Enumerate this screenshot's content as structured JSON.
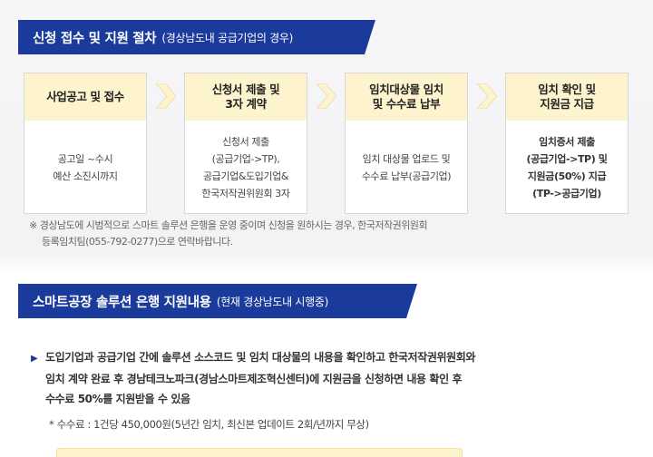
{
  "section1": {
    "title": "신청 접수 및 지원 절차",
    "subtitle": "(경상남도내 공급기업의 경우)"
  },
  "steps": [
    {
      "head": [
        "사업공고 및 접수"
      ],
      "body": [
        "공고일 ~수시",
        "예산 소진시까지"
      ]
    },
    {
      "head": [
        "신청서 제출 및",
        "3자 계약"
      ],
      "body": [
        "신청서 제출",
        "(공급기업->TP),",
        "공급기업&도입기업&",
        "한국저작권위원회 3자"
      ]
    },
    {
      "head": [
        "임치대상물 임치",
        "및 수수료 납부"
      ],
      "body": [
        "임치 대상물 업로드 및",
        "수수료 납부(공급기업)"
      ]
    },
    {
      "head": [
        "임치 확인 및",
        "지원금 지급"
      ],
      "body": [
        "임치증서 제출",
        "(공급기업->TP) 및",
        "지원금(50%) 지급",
        "(TP->공급기업)"
      ]
    }
  ],
  "note": {
    "line1": "※ 경상남도에 시범적으로 스마트 솔루션 은행을 운영 중이며 신청을 원하시는 경우, 한국저작권위원회",
    "line2": "등록임치팀(055-792-0277)으로 연락바랍니다."
  },
  "section2": {
    "title": "스마트공장 솔루션 은행 지원내용",
    "subtitle": "(현재 경상남도내 시행중)"
  },
  "content": {
    "bullet_symbol": "▶",
    "line1": "도입기업과 공급기업 간에 솔루션 소스코드 및 임치 대상물의 내용을 확인하고 한국저작권위원회와",
    "line2": "임치 계약 완료 후 경남테크노파크(경남스마트제조혁신센터)에 지원금을 신청하면 내용 확인 후",
    "line3": "수수료 50%를 지원받을 수 있음",
    "fee": "* 수수료 : 1건당 450,000원(5년간 임치, 최신본 업데이트 2회/년까지 무상)"
  },
  "colors": {
    "banner": "#1a3b9c",
    "step_header": "#fdf3cc",
    "arrow": "#fdf3cc"
  }
}
